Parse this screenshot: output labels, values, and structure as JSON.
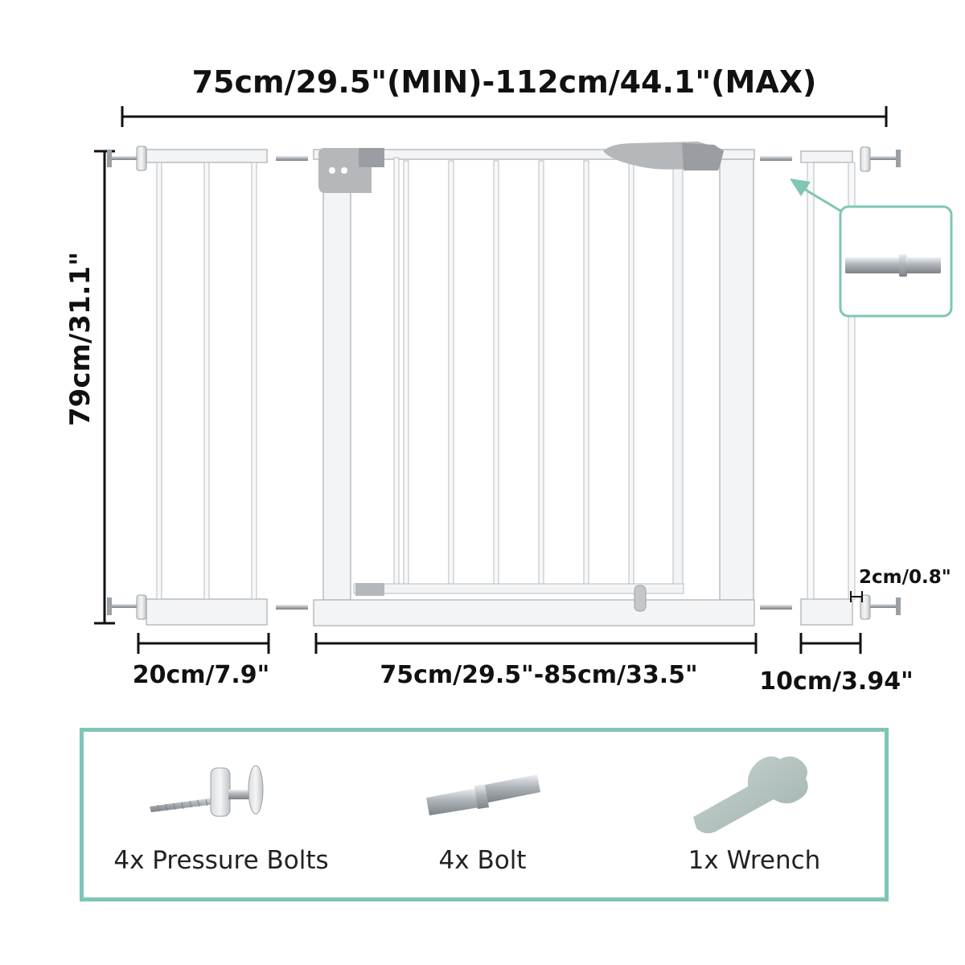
{
  "dimensions": {
    "total_width": "75cm/29.5\"(MIN)-112cm/44.1\"(MAX)",
    "height": "79cm/31.1\"",
    "left_extension": "20cm/7.9\"",
    "gate_width": "75cm/29.5\"-85cm/33.5\"",
    "right_extension": "10cm/3.94\"",
    "gap": "2cm/0.8\""
  },
  "accessories": [
    {
      "label": "4x Pressure Bolts",
      "icon": "pressure-bolt-icon"
    },
    {
      "label": "4x Bolt",
      "icon": "bolt-icon"
    },
    {
      "label": "1x Wrench",
      "icon": "wrench-icon"
    }
  ],
  "colors": {
    "accent": "#7fc6b6",
    "frame": "#f1f2f3",
    "frame_edge": "#b9bcc0",
    "latch": "#b5b8bb",
    "dimension_line": "#111111"
  }
}
